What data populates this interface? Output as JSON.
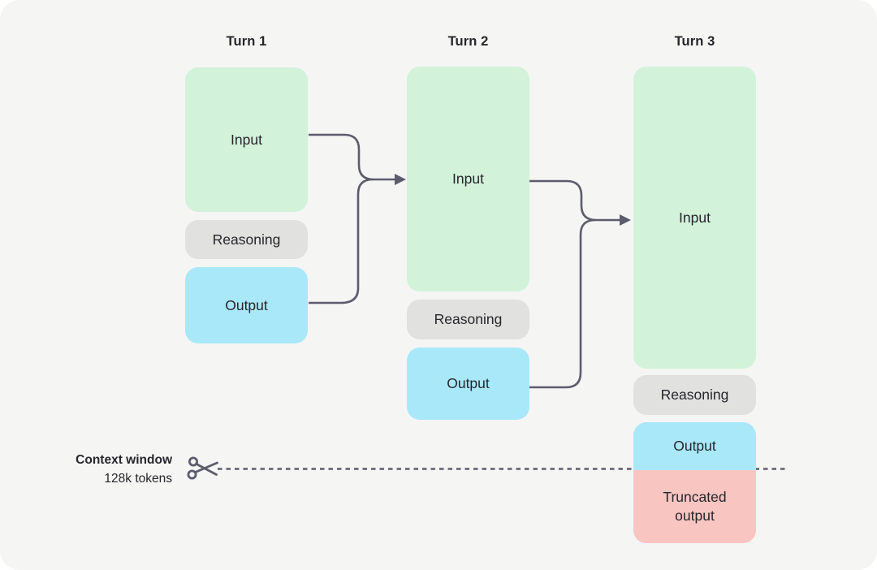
{
  "turn1": {
    "label": "Turn 1",
    "input": "Input",
    "reasoning": "Reasoning",
    "output": "Output"
  },
  "turn2": {
    "label": "Turn 2",
    "input": "Input",
    "reasoning": "Reasoning",
    "output": "Output"
  },
  "turn3": {
    "label": "Turn 3",
    "input": "Input",
    "reasoning": "Reasoning",
    "output": "Output",
    "truncated": "Truncated output"
  },
  "context_window": {
    "title": "Context window",
    "subtitle": "128k tokens"
  },
  "icons": {
    "scissors": "✂"
  },
  "colors": {
    "background": "#f5f5f4",
    "input": "#d2f2da",
    "reasoning": "#e1e1e0",
    "output": "#a9e8f9",
    "truncated": "#f9c5c1",
    "arrow": "#5c5c6d",
    "text": "#26262b"
  }
}
